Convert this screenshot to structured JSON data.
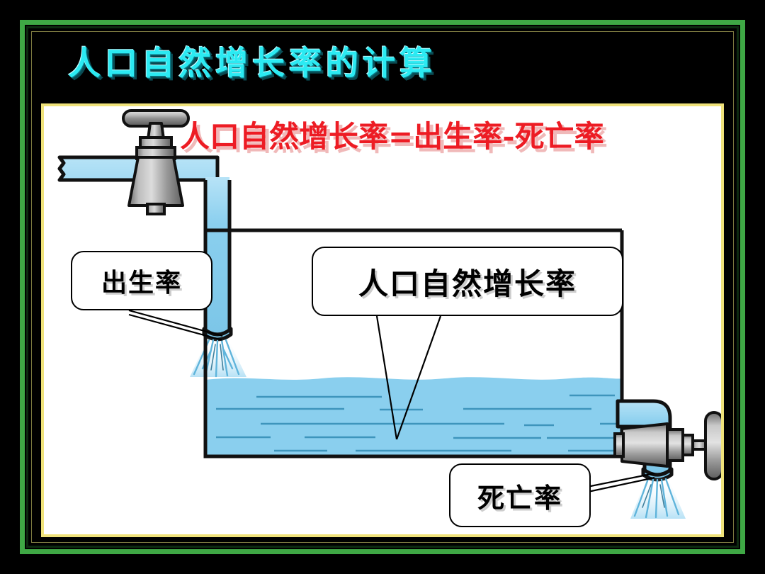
{
  "slide": {
    "title": "人口自然增长率的计算",
    "background_color": "#000000",
    "frame_color": "#3FA845",
    "panel_border_color": "#EFE27A",
    "title_color": "#2BEAF2"
  },
  "formula": {
    "text": "人口自然增长率=出生率-死亡率",
    "color": "#ED1C24"
  },
  "diagram": {
    "inlet_faucet_name": "inlet-faucet",
    "outlet_faucet_name": "outlet-faucet",
    "water_color": "#8ACFEE",
    "pipe_color": "#8ACFEE",
    "ripple_color": "#3E95BC",
    "metal_color": "#9a9a9a"
  },
  "callouts": {
    "birth": {
      "label": "出生率"
    },
    "natural": {
      "label": "人口自然增长率"
    },
    "death": {
      "label": "死亡率"
    }
  }
}
